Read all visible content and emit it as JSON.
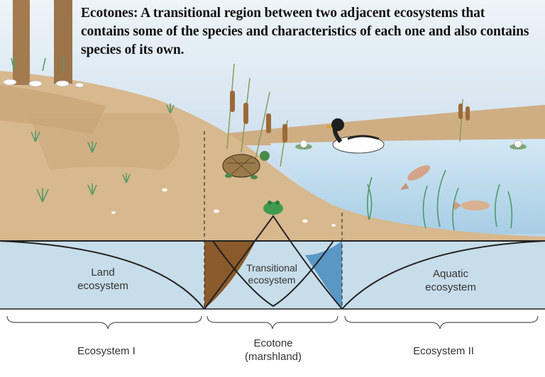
{
  "title": "Ecotones: A transitional region between two adjacent ecosystems that contains some of the species and characteristics of each one and also contains species of its own.",
  "labels": {
    "land": [
      "Land",
      "ecosystem"
    ],
    "transitional": [
      "Transitional",
      "ecosystem"
    ],
    "aquatic": [
      "Aquatic",
      "ecosystem"
    ]
  },
  "zones": {
    "left": [
      "Ecosystem I"
    ],
    "middle": [
      "Ecotone",
      "(marshland)"
    ],
    "right": [
      "Ecosystem II"
    ]
  },
  "colors": {
    "sky": "#c9dcec",
    "land": "#d8b88e",
    "water": "#b9d9ec",
    "band": "#c7dde9",
    "land_wedge": "#8a5a2a",
    "water_wedge": "#5a97c4",
    "curve": "#222222"
  },
  "icons": [
    "tree-trunk-icon",
    "cattail-icon",
    "turtle-icon",
    "frog-icon",
    "duck-icon",
    "fish-icon",
    "water-lily-icon",
    "underwater-plant-icon",
    "grass-tuft-icon",
    "stone-icon"
  ]
}
